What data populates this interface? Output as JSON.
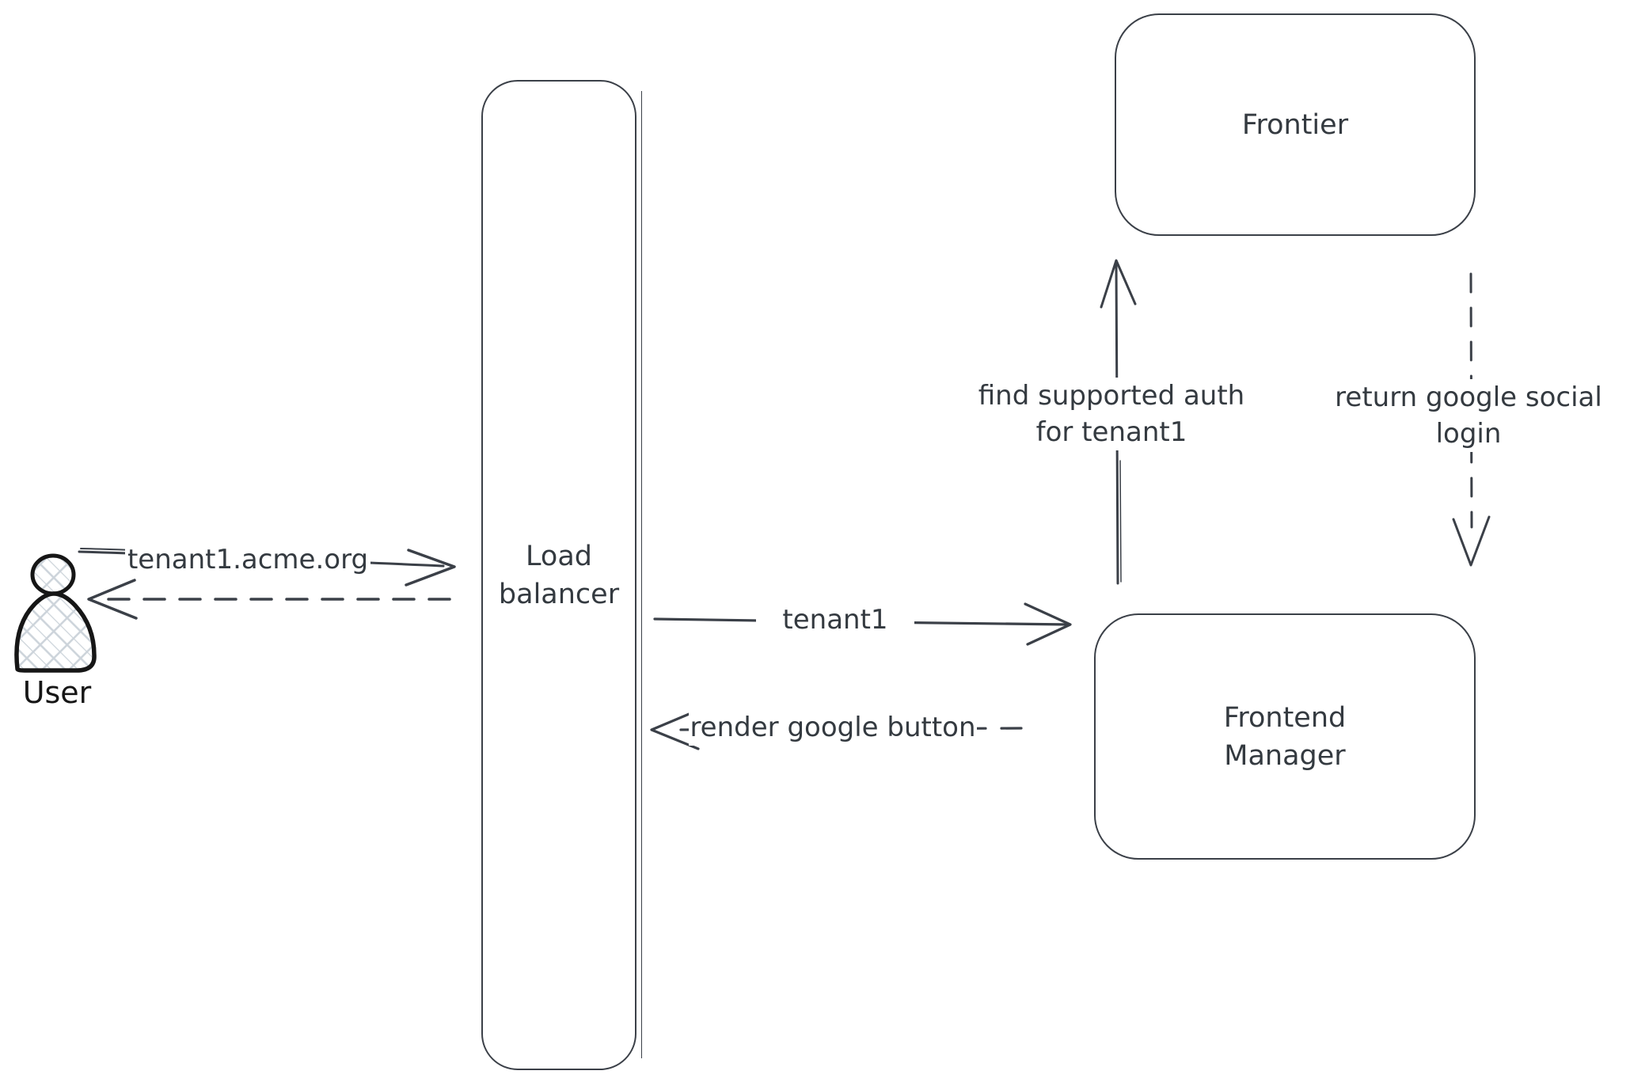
{
  "canvas": {
    "background": "#ffffff"
  },
  "colors": {
    "stroke": "#3b4048",
    "text": "#343a40",
    "actor_stroke": "#161616",
    "hatch_fill": "#ccd3da"
  },
  "nodes": {
    "user": {
      "label": "User"
    },
    "load_balancer": {
      "line1": "Load",
      "line2": "balancer"
    },
    "frontier": {
      "label": "Frontier"
    },
    "frontend_manager": {
      "line1": "Frontend",
      "line2": "Manager"
    }
  },
  "arrows": {
    "user_to_lb": {
      "label": "tenant1.acme.org",
      "style": "solid"
    },
    "lb_to_user": {
      "style": "dashed"
    },
    "lb_to_fm": {
      "label": "tenant1",
      "style": "solid"
    },
    "fm_to_lb": {
      "label": "render google button",
      "style": "dashed"
    },
    "fm_to_frontier": {
      "line1": "find supported auth",
      "line2": "for tenant1",
      "style": "solid"
    },
    "frontier_to_fm": {
      "line1": "return google social",
      "line2": "login",
      "style": "dashed"
    }
  }
}
